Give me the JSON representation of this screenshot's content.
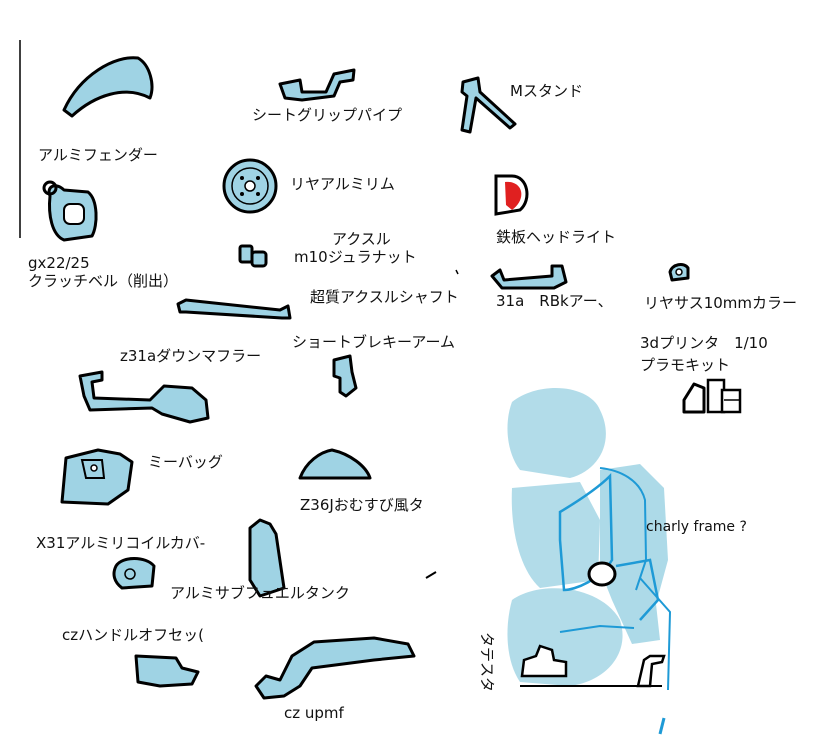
{
  "colors": {
    "part_fill": "#9fd3e4",
    "outline": "#000000",
    "frame_line": "#1e9ad6",
    "headlight_red": "#e02020"
  },
  "labels": {
    "aluminum_fender": "アルミフェンダー",
    "seat_grip_pipe": "シートグリップパイプ",
    "m_stand": "Mスタンド",
    "rear_alumi_rim": "リヤアルミリム",
    "clutch_bell_model": "gx22/25",
    "clutch_bell": "クラッチベル（削出）",
    "axle": "アクスル",
    "m10_duralumin_nut": "m10ジュラナット",
    "steel_headlight": "鉄板ヘッドライト",
    "super_axle_shaft": "超質アクスルシャフト",
    "rbk_arm": "31a　RBkアー、",
    "rear_sus_collar": "リヤサス10mmカラー",
    "short_brake_arm": "ショートブレキーアーム",
    "down_muffler": "z31aダウンマフラー",
    "printer_kit_line1": "3dプリンタ　1/10",
    "printer_kit_line2": "プラモキット",
    "me_bag": "ミーバッグ",
    "onigiri_tank": "Z36Jおむすび風タ",
    "coil_cover": "X31アルミリコイルカバ-",
    "sub_fuel_tank": "アルミサブフュエルタンク",
    "handle_offset": "czハンドルオフセッ(",
    "cz_upmf": "cz upmf",
    "frame": "charly frame ?",
    "stand": "タテスタ"
  }
}
